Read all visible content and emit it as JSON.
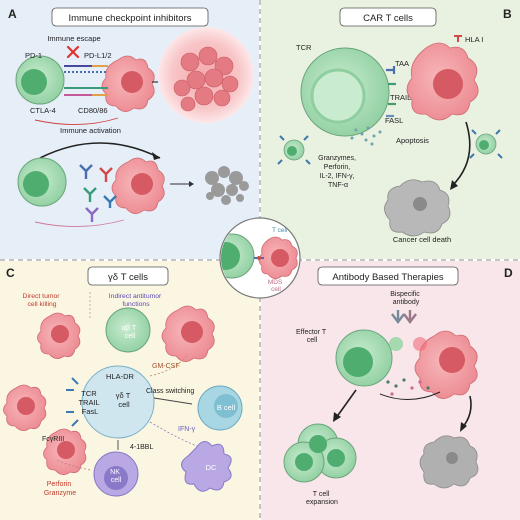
{
  "panels": {
    "a": {
      "letter": "A",
      "title": "Immune checkpoint inhibitors",
      "labels": {
        "immune_escape": "Immune escape",
        "pd1": "PD-1",
        "pdl": "PD-L1/2",
        "ctla4": "CTLA-4",
        "cd80": "CD80/86",
        "immune_activation": "Immune activation"
      }
    },
    "b": {
      "letter": "B",
      "title": "CAR T cells",
      "labels": {
        "tcr": "TCR",
        "hla": "HLA I",
        "taa": "TAA",
        "trail": "TRAIL",
        "fasl": "FASL",
        "apoptosis": "Apoptosis",
        "cytokines": [
          "Granzymes,",
          "Perforin,",
          "IL-2, IFN-γ,",
          "TNF-α"
        ],
        "cancer_death": "Cancer cell death"
      }
    },
    "c": {
      "letter": "C",
      "title": "γδ T cells",
      "labels": {
        "direct": [
          "Direct tumor",
          "cell killing"
        ],
        "indirect": [
          "Indirect antitumor",
          "functions"
        ],
        "ab_cell": [
          "αβ T",
          "cell"
        ],
        "gmcsf": "GM-CSF",
        "hladr": "HLA-DR",
        "gd_cell": [
          "γδ T",
          "cell"
        ],
        "receptors": [
          "TCR",
          "TRAIL",
          "FasL"
        ],
        "class_switch": "Class switching",
        "b_cell": "B cell",
        "fcr": "FcγRIII",
        "bbl": "4-1BBL",
        "ifn": "IFN-γ",
        "perforin": [
          "Perforin",
          "Granzyme"
        ],
        "nk": [
          "NK",
          "cell"
        ],
        "dc": "DC"
      }
    },
    "d": {
      "letter": "D",
      "title": "Antibody Based Therapies",
      "labels": {
        "bispecific": [
          "Bispecific",
          "antibody"
        ],
        "effector": [
          "Effector T",
          "cell"
        ],
        "expansion": [
          "T cell",
          "expansion"
        ]
      }
    }
  },
  "center": {
    "t_cell": "T cell",
    "mds": [
      "MDS",
      "cell"
    ]
  },
  "colors": {
    "a_bg": "#e6eef8",
    "b_bg": "#e9f1e0",
    "c_bg": "#fbf6e2",
    "d_bg": "#f9e6ea",
    "t_cell": "#8fcf9f",
    "t_cell_core": "#4fae6f",
    "tumor": "#f08e94",
    "tumor_core": "#d65a64",
    "dashed": "#888888"
  }
}
